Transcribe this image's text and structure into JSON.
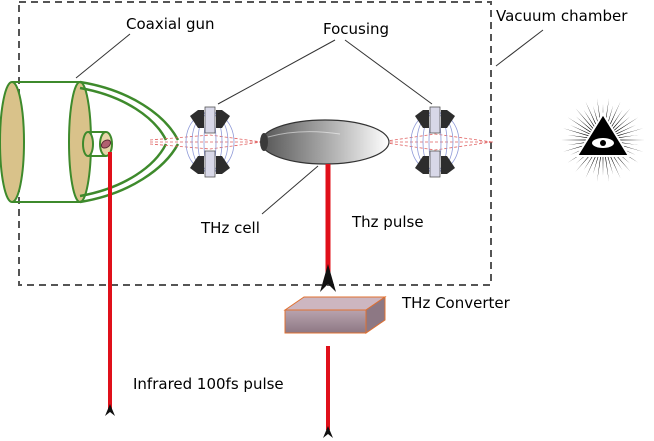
{
  "labels": {
    "coaxial_gun": "Coaxial gun",
    "focusing": "Focusing",
    "vacuum_chamber": "Vacuum chamber",
    "thz_cell": "THz cell",
    "thz_pulse": "Thz pulse",
    "thz_converter": "THz Converter",
    "infrared_pulse": "Infrared 100fs pulse"
  },
  "icons": {
    "eye": "eye-of-providence-icon"
  },
  "colors": {
    "gun_fill": "#d9c28a",
    "gun_stroke": "#3e8a2c",
    "laser": "#e0101a",
    "converter": "#a08a96",
    "cell_dark": "#6a6a6a",
    "focus_field": "#8f9ad8",
    "beam_dash": "#e06060"
  }
}
